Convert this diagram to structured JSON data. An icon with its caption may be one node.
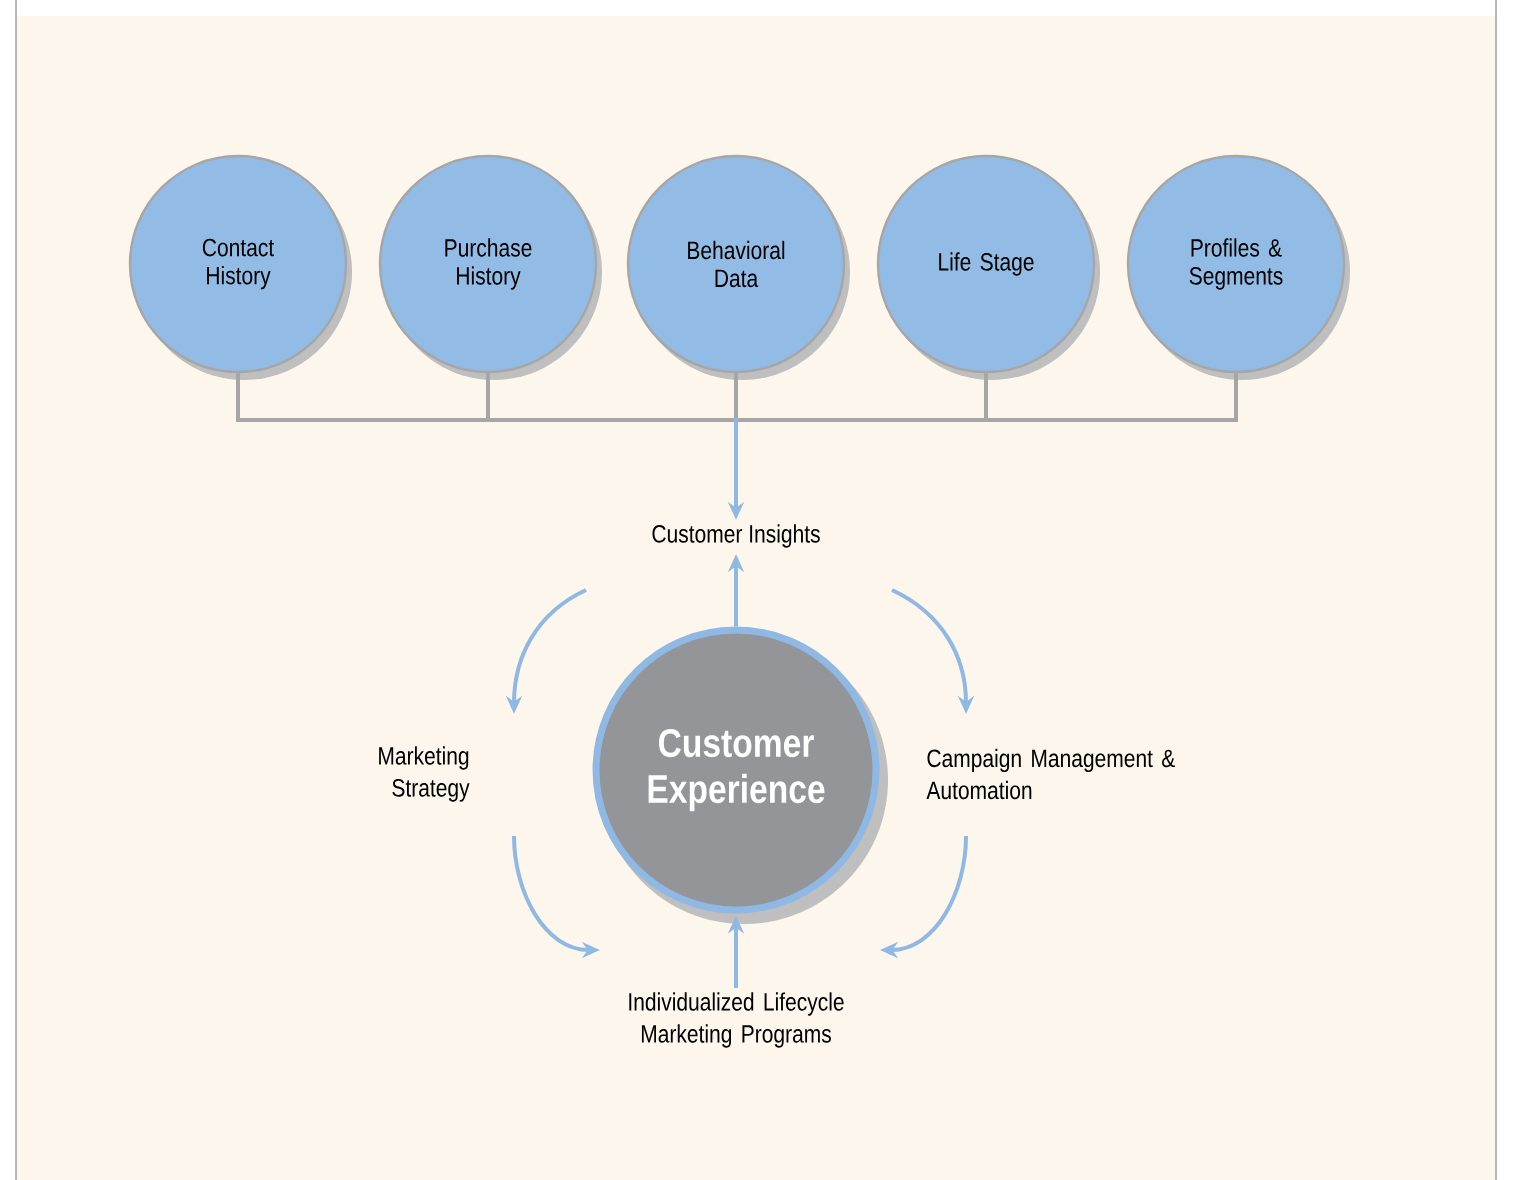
{
  "diagram": {
    "nodes": [
      {
        "text": [
          "Contact History"
        ]
      },
      {
        "text": [
          "Purchase History"
        ]
      },
      {
        "text": [
          "Behavioral Data"
        ]
      },
      {
        "text": [
          "Life Stage"
        ]
      },
      {
        "text": [
          "Profiles & Segments"
        ]
      },
      {
        "text": [
          "Customer Insights"
        ]
      },
      {
        "text": [
          "Marketing Strategy"
        ]
      },
      {
        "text": [
          "Customer Experience"
        ]
      },
      {
        "text": [
          "Campaign Management & Automation"
        ]
      },
      {
        "text": [
          "Individualized Lifecycle Marketing Programs"
        ]
      }
    ],
    "edges": [
      {
        "from": 0,
        "to": 5,
        "arrow": "to"
      },
      {
        "from": 1,
        "to": 5,
        "arrow": "to"
      },
      {
        "from": 2,
        "to": 5,
        "arrow": "to"
      },
      {
        "from": 3,
        "to": 5,
        "arrow": "to"
      },
      {
        "from": 4,
        "to": 5,
        "arrow": "to"
      },
      {
        "from": 7,
        "to": 5,
        "arrow": "to"
      },
      {
        "from": 5,
        "to": 6,
        "arrow": "to"
      },
      {
        "from": 5,
        "to": 8,
        "arrow": "to"
      },
      {
        "from": 6,
        "to": 9,
        "arrow": "to"
      },
      {
        "from": 8,
        "to": 9,
        "arrow": "to"
      },
      {
        "from": 9,
        "to": 7,
        "arrow": "to"
      }
    ]
  }
}
